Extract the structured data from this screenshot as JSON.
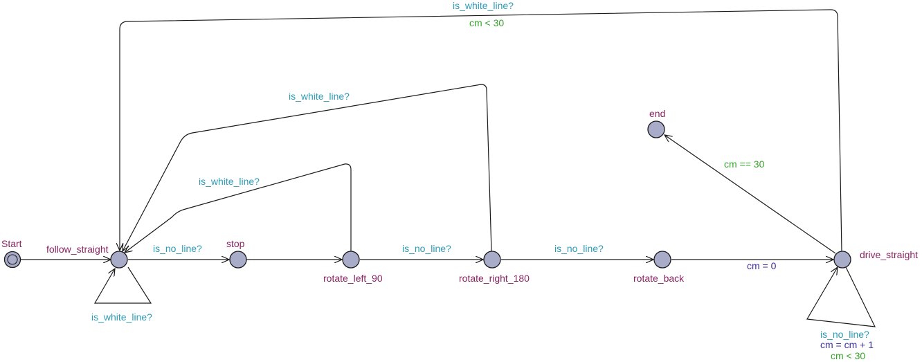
{
  "colors": {
    "location_name": "#8b2463",
    "sync": "#2c9cb5",
    "guard": "#36a32a",
    "update": "#3b2ea6",
    "state_fill": "#a9acc9",
    "line": "#1a1a1a"
  },
  "locations": {
    "start": "Start",
    "follow_straight": "follow_straight",
    "stop": "stop",
    "rotate_left_90": "rotate_left_90",
    "rotate_right_180": "rotate_right_180",
    "rotate_back": "rotate_back",
    "drive_straight": "drive_straight",
    "end": "end"
  },
  "edges": {
    "top_loop": {
      "sync": "is_white_line?",
      "guard": "cm < 30"
    },
    "rotate_right_back": {
      "sync": "is_white_line?"
    },
    "rotate_left_back": {
      "sync": "is_white_line?"
    },
    "follow_self": {
      "sync": "is_white_line?"
    },
    "follow_to_stop": {
      "sync": "is_no_line?"
    },
    "left_to_right": {
      "sync": "is_no_line?"
    },
    "right_to_back": {
      "sync": "is_no_line?"
    },
    "back_to_drive": {
      "update": "cm = 0"
    },
    "drive_to_end": {
      "guard": "cm == 30"
    },
    "drive_self": {
      "sync": "is_no_line?",
      "update": "cm = cm + 1",
      "guard": "cm < 30"
    }
  }
}
